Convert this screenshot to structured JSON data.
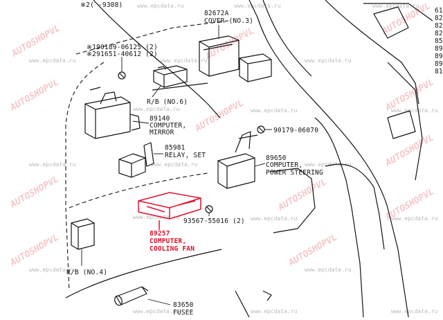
{
  "header": {
    "note": "※2(     -9308)"
  },
  "site_watermarks": [
    "www.epcdata.ru",
    "www.epcdata.ru",
    "www.epcdata.ru",
    "www.epcdata.ru",
    "www.epcdata.ru",
    "www.epcdata.ru",
    "www.epcdata.ru",
    "www.epcdata.ru",
    "www.epcdata.ru",
    "www.epcdata.ru",
    "www.epcdata.ru",
    "www.epcdata.ru",
    "www.epcdata.ru",
    "www.epcdata.ru",
    "www.epcdata.ru",
    "www.epcdata.ru",
    "www.epcdata.ru",
    "www.epcdata.ru",
    "www.epcdata.ru",
    "www.epcdata.ru"
  ],
  "logo_watermarks": [
    "AUTOSHOPVL",
    "AUTOSHOPVL",
    "AUTOSHOPVL",
    "AUTOSHOPVL",
    "AUTOSHOPVL",
    "AUTOSHOPVL",
    "AUTOSHOPVL",
    "AUTOSHOPVL",
    "AUTOSHOPVL",
    "AUTOSHOPVL",
    "AUTOSHOPVL",
    "AUTOSHOPVL"
  ],
  "parts": {
    "cover": {
      "number": "82672A",
      "name": "COVER (NO.3)"
    },
    "bolt1": "※190189-06125 (2)",
    "bolt2": "※291651-40612 (2)",
    "rb6": "R/B (NO.6)",
    "mirror": {
      "number": "89140",
      "name1": "COMPUTER,",
      "name2": "MIRROR"
    },
    "screw": "90179-06070",
    "relay": {
      "number": "85981",
      "name": "RELAY, SET"
    },
    "power_steering": {
      "number": "89650",
      "name1": "COMPUTER,",
      "name2": "POWER STEERING"
    },
    "clip": "93567-55016 (2)",
    "cooling_fan": {
      "number": "89257",
      "name1": "COMPUTER,",
      "name2": "COOLING FAN"
    },
    "rb4": "R/B (NO.4)",
    "fuse": {
      "number": "83650",
      "name": "FUSEE"
    }
  },
  "right_edge_numbers": [
    "61",
    "82",
    "82",
    "82",
    "85",
    "89",
    "89",
    "89",
    "81"
  ],
  "colors": {
    "highlight": "#e0102a",
    "ink": "#111111",
    "watermark_logo": "#f3b3b8"
  }
}
